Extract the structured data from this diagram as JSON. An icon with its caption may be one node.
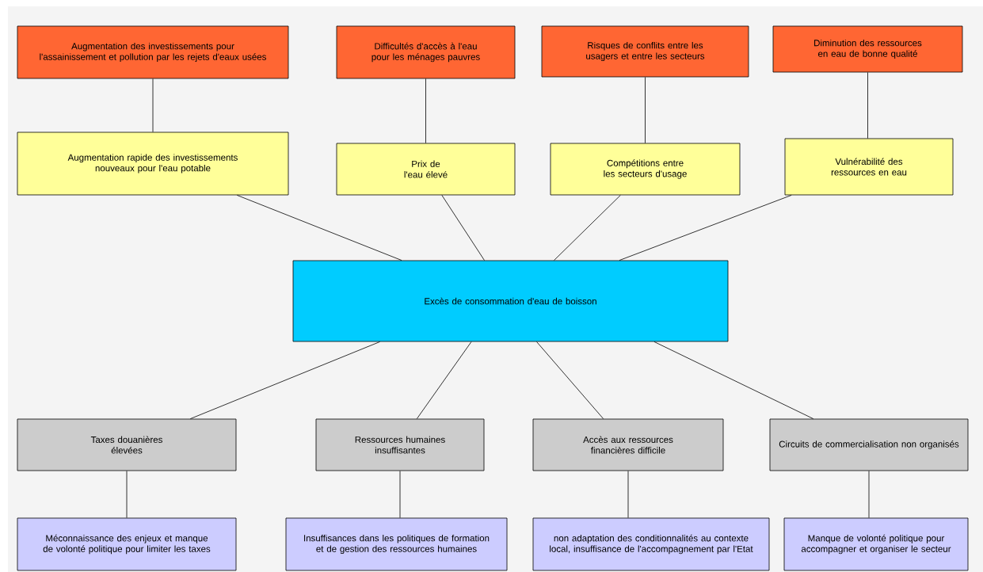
{
  "diagram": {
    "nodes": [
      {
        "text": [
          "Augmentation des investissements pour l'assainissement et pollution par les rejets d'eaux usées"
        ]
      },
      {
        "text": [
          "Difficultés d'accès à l'eau pour les ménages pauvres"
        ]
      },
      {
        "text": [
          "Risques de conflits entre les usagers et entre les secteurs"
        ]
      },
      {
        "text": [
          "Diminution des ressources en eau de bonne qualité"
        ]
      },
      {
        "text": [
          "Augmentation rapide des investissements nouveaux pour l'eau potable"
        ]
      },
      {
        "text": [
          "Prix de l'eau élevé"
        ]
      },
      {
        "text": [
          "Compétitions entre les secteurs d'usage"
        ]
      },
      {
        "text": [
          "Vulnérabilité des ressources en eau"
        ]
      },
      {
        "text": [
          "Excès de consommation d'eau de boisson"
        ]
      },
      {
        "text": [
          "Taxes douanières élevées"
        ]
      },
      {
        "text": [
          "Ressources humaines insuffisantes"
        ]
      },
      {
        "text": [
          "Accès aux ressources financières difficile"
        ]
      },
      {
        "text": [
          "Circuits de commercialisation non organisés"
        ]
      },
      {
        "text": [
          "Méconnaissance des enjeux et manque de volonté politique pour limiter les taxes"
        ]
      },
      {
        "text": [
          "Insuffisances dans les politiques de formation et de gestion des ressources humaines"
        ]
      },
      {
        "text": [
          "non adaptation des conditionnalités au contexte local, insuffisance de l'accompagnement par l'Etat"
        ]
      },
      {
        "text": [
          "Manque de volonté politique pour accompagner et organiser le secteur"
        ]
      }
    ],
    "edges": [
      {
        "from": 0,
        "to": 4,
        "arrow": "none"
      },
      {
        "from": 1,
        "to": 5,
        "arrow": "none"
      },
      {
        "from": 2,
        "to": 6,
        "arrow": "none"
      },
      {
        "from": 3,
        "to": 7,
        "arrow": "none"
      },
      {
        "from": 4,
        "to": 8,
        "arrow": "none"
      },
      {
        "from": 5,
        "to": 8,
        "arrow": "none"
      },
      {
        "from": 6,
        "to": 8,
        "arrow": "none"
      },
      {
        "from": 7,
        "to": 8,
        "arrow": "none"
      },
      {
        "from": 8,
        "to": 9,
        "arrow": "none"
      },
      {
        "from": 8,
        "to": 10,
        "arrow": "none"
      },
      {
        "from": 8,
        "to": 11,
        "arrow": "none"
      },
      {
        "from": 8,
        "to": 12,
        "arrow": "none"
      },
      {
        "from": 9,
        "to": 13,
        "arrow": "none"
      },
      {
        "from": 10,
        "to": 14,
        "arrow": "none"
      },
      {
        "from": 11,
        "to": 15,
        "arrow": "none"
      },
      {
        "from": 12,
        "to": 16,
        "arrow": "none"
      }
    ]
  }
}
